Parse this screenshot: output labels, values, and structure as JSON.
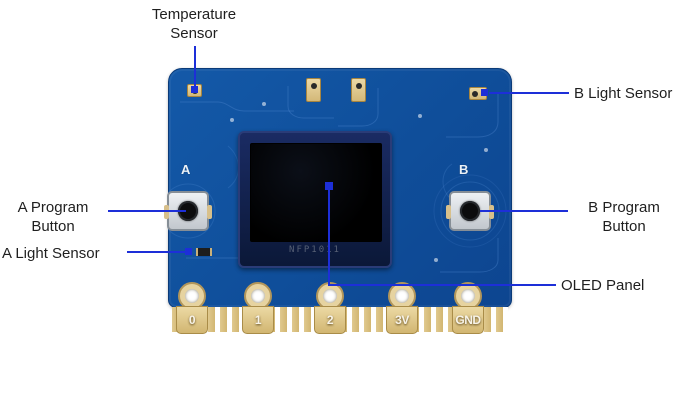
{
  "annotations": {
    "temperature_sensor": "Temperature\nSensor",
    "b_light_sensor": "B Light Sensor",
    "a_program_button": "A Program\nButton",
    "a_light_sensor": "A Light Sensor",
    "b_program_button": "B Program\nButton",
    "oled_panel": "OLED Panel"
  },
  "board": {
    "button_a_label": "A",
    "button_b_label": "B",
    "oled_text": "NFP1011",
    "pins": [
      "0",
      "1",
      "2",
      "3V",
      "GND"
    ]
  },
  "colors": {
    "annotation_blue": "#1d2fd8",
    "board_blue": "#0f4e9a",
    "gold": "#d9c08a",
    "oled_navy": "#0b1838"
  }
}
